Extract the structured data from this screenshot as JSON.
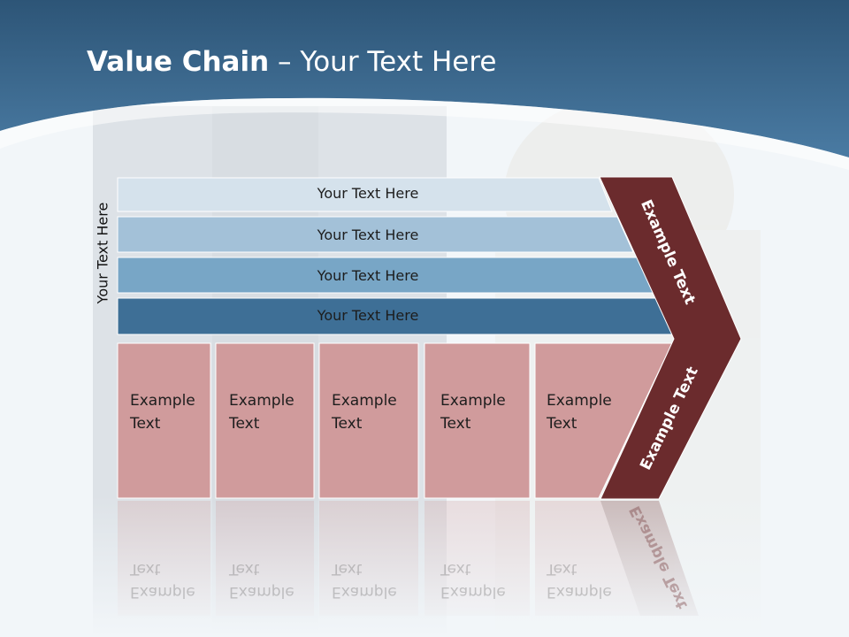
{
  "title": {
    "bold": "Value Chain",
    "rest": " – Your Text Here"
  },
  "side_label": "Your Text Here",
  "bars": [
    {
      "label": "Your Text Here",
      "color": "#d5e2ec"
    },
    {
      "label": "Your Text Here",
      "color": "#a3c1d8"
    },
    {
      "label": "Your Text Here",
      "color": "#78a6c6"
    },
    {
      "label": "Your Text Here",
      "color": "#3e6f96"
    }
  ],
  "boxes": [
    {
      "line1": "Example",
      "line2": "Text"
    },
    {
      "line1": "Example",
      "line2": "Text"
    },
    {
      "line1": "Example",
      "line2": "Text"
    },
    {
      "line1": "Example",
      "line2": "Text"
    },
    {
      "line1": "Example",
      "line2": "Text"
    }
  ],
  "chevron": {
    "top_label": "Example Text",
    "bottom_label": "Example Text"
  },
  "colors": {
    "header": "#3c6b93",
    "box": "#d09b9c",
    "chevron": "#6b2b2d"
  }
}
